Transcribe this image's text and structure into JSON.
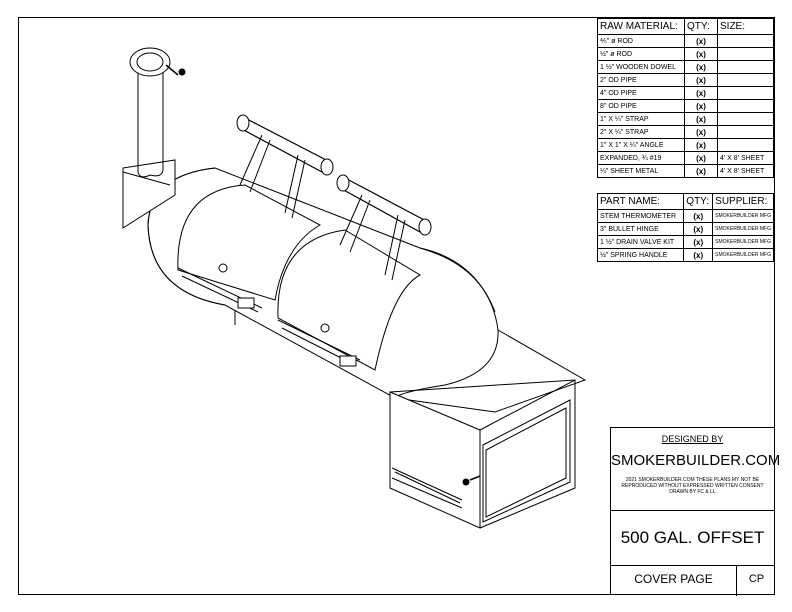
{
  "raw_materials": {
    "headers": [
      "RAW MATERIAL:",
      "QTY:",
      "SIZE:"
    ],
    "rows": [
      {
        "name": "⅘\" ø ROD",
        "qty": "(x)",
        "size": ""
      },
      {
        "name": "½\" ø ROD",
        "qty": "(x)",
        "size": ""
      },
      {
        "name": "1 ½\" WOODEN DOWEL",
        "qty": "(x)",
        "size": ""
      },
      {
        "name": "2\" OD PIPE",
        "qty": "(x)",
        "size": ""
      },
      {
        "name": "4\" OD PIPE",
        "qty": "(x)",
        "size": ""
      },
      {
        "name": "8\" OD PIPE",
        "qty": "(x)",
        "size": ""
      },
      {
        "name": "1\" X ¼\" STRAP",
        "qty": "(x)",
        "size": ""
      },
      {
        "name": "2\" X ¼\" STRAP",
        "qty": "(x)",
        "size": ""
      },
      {
        "name": "1\" X 1\" X ¼\" ANGLE",
        "qty": "(x)",
        "size": ""
      },
      {
        "name": "EXPANDED, ¾ #19",
        "qty": "(x)",
        "size": "4' X 8' SHEET"
      },
      {
        "name": "¼\" SHEET METAL",
        "qty": "(x)",
        "size": "4' X 8' SHEET"
      }
    ]
  },
  "parts": {
    "headers": [
      "PART NAME:",
      "QTY:",
      "SUPPLIER:"
    ],
    "rows": [
      {
        "name": "STEM THERMOMETER",
        "qty": "(x)",
        "supplier": "SMOKERBUILDER MFG"
      },
      {
        "name": "3\" BULLET HINGE",
        "qty": "(x)",
        "supplier": "SMOKERBUILDER MFG"
      },
      {
        "name": "1 ½\" DRAIN VALVE KIT",
        "qty": "(x)",
        "supplier": "SMOKERBUILDER MFG"
      },
      {
        "name": "½\" SPRING HANDLE",
        "qty": "(x)",
        "supplier": "SMOKERBUILDER MFG"
      }
    ]
  },
  "title_block": {
    "designed_by": "DESIGNED BY",
    "company": "SMOKERBUILDER.COM",
    "notice": "2021 SMOKERBUILDER.COM THESE PLANS MY NOT BE REPRODUCED WITHOUT EXPRESSED WRITTEN CONSENT",
    "drawn_by": "DRAWN BY FC & LL",
    "drawing_name": "500 GAL. OFFSET",
    "page_title": "COVER PAGE",
    "page_code": "CP"
  }
}
